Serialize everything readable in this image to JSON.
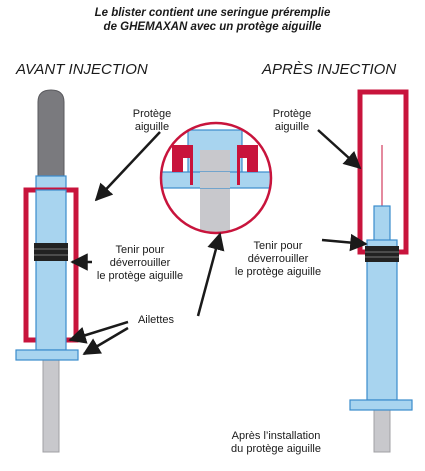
{
  "title": {
    "line1": "Le blister contient une seringue préremplie",
    "line2": "de GHEMAXAN avec un protège aiguille"
  },
  "left_panel": {
    "heading": "AVANT INJECTION",
    "needle_guard_label": {
      "line1": "Protège",
      "line2": "aiguille"
    },
    "hold_label": {
      "line1": "Tenir pour",
      "line2": "déverrouiller",
      "line3": "le protège aiguille"
    },
    "flanges_label": "Ailettes"
  },
  "right_panel": {
    "heading": "APRÈS INJECTION",
    "needle_guard_label": {
      "line1": "Protège",
      "line2": "aiguille"
    },
    "hold_label": {
      "line1": "Tenir pour",
      "line2": "déverrouiller",
      "line3": "le protège aiguille"
    },
    "after_install_label": {
      "line1": "Après l’installation",
      "line2": "du protège aiguille"
    }
  },
  "colors": {
    "syringe_body": "#a8d4ef",
    "syringe_outline": "#3a8ccc",
    "guard": "#c8143c",
    "cap": "#7a7a7e",
    "plunger": "#c8c8cc",
    "stopper": "#222222",
    "arrow": "#1a1a1a",
    "zoom_ring": "#c8143c"
  }
}
